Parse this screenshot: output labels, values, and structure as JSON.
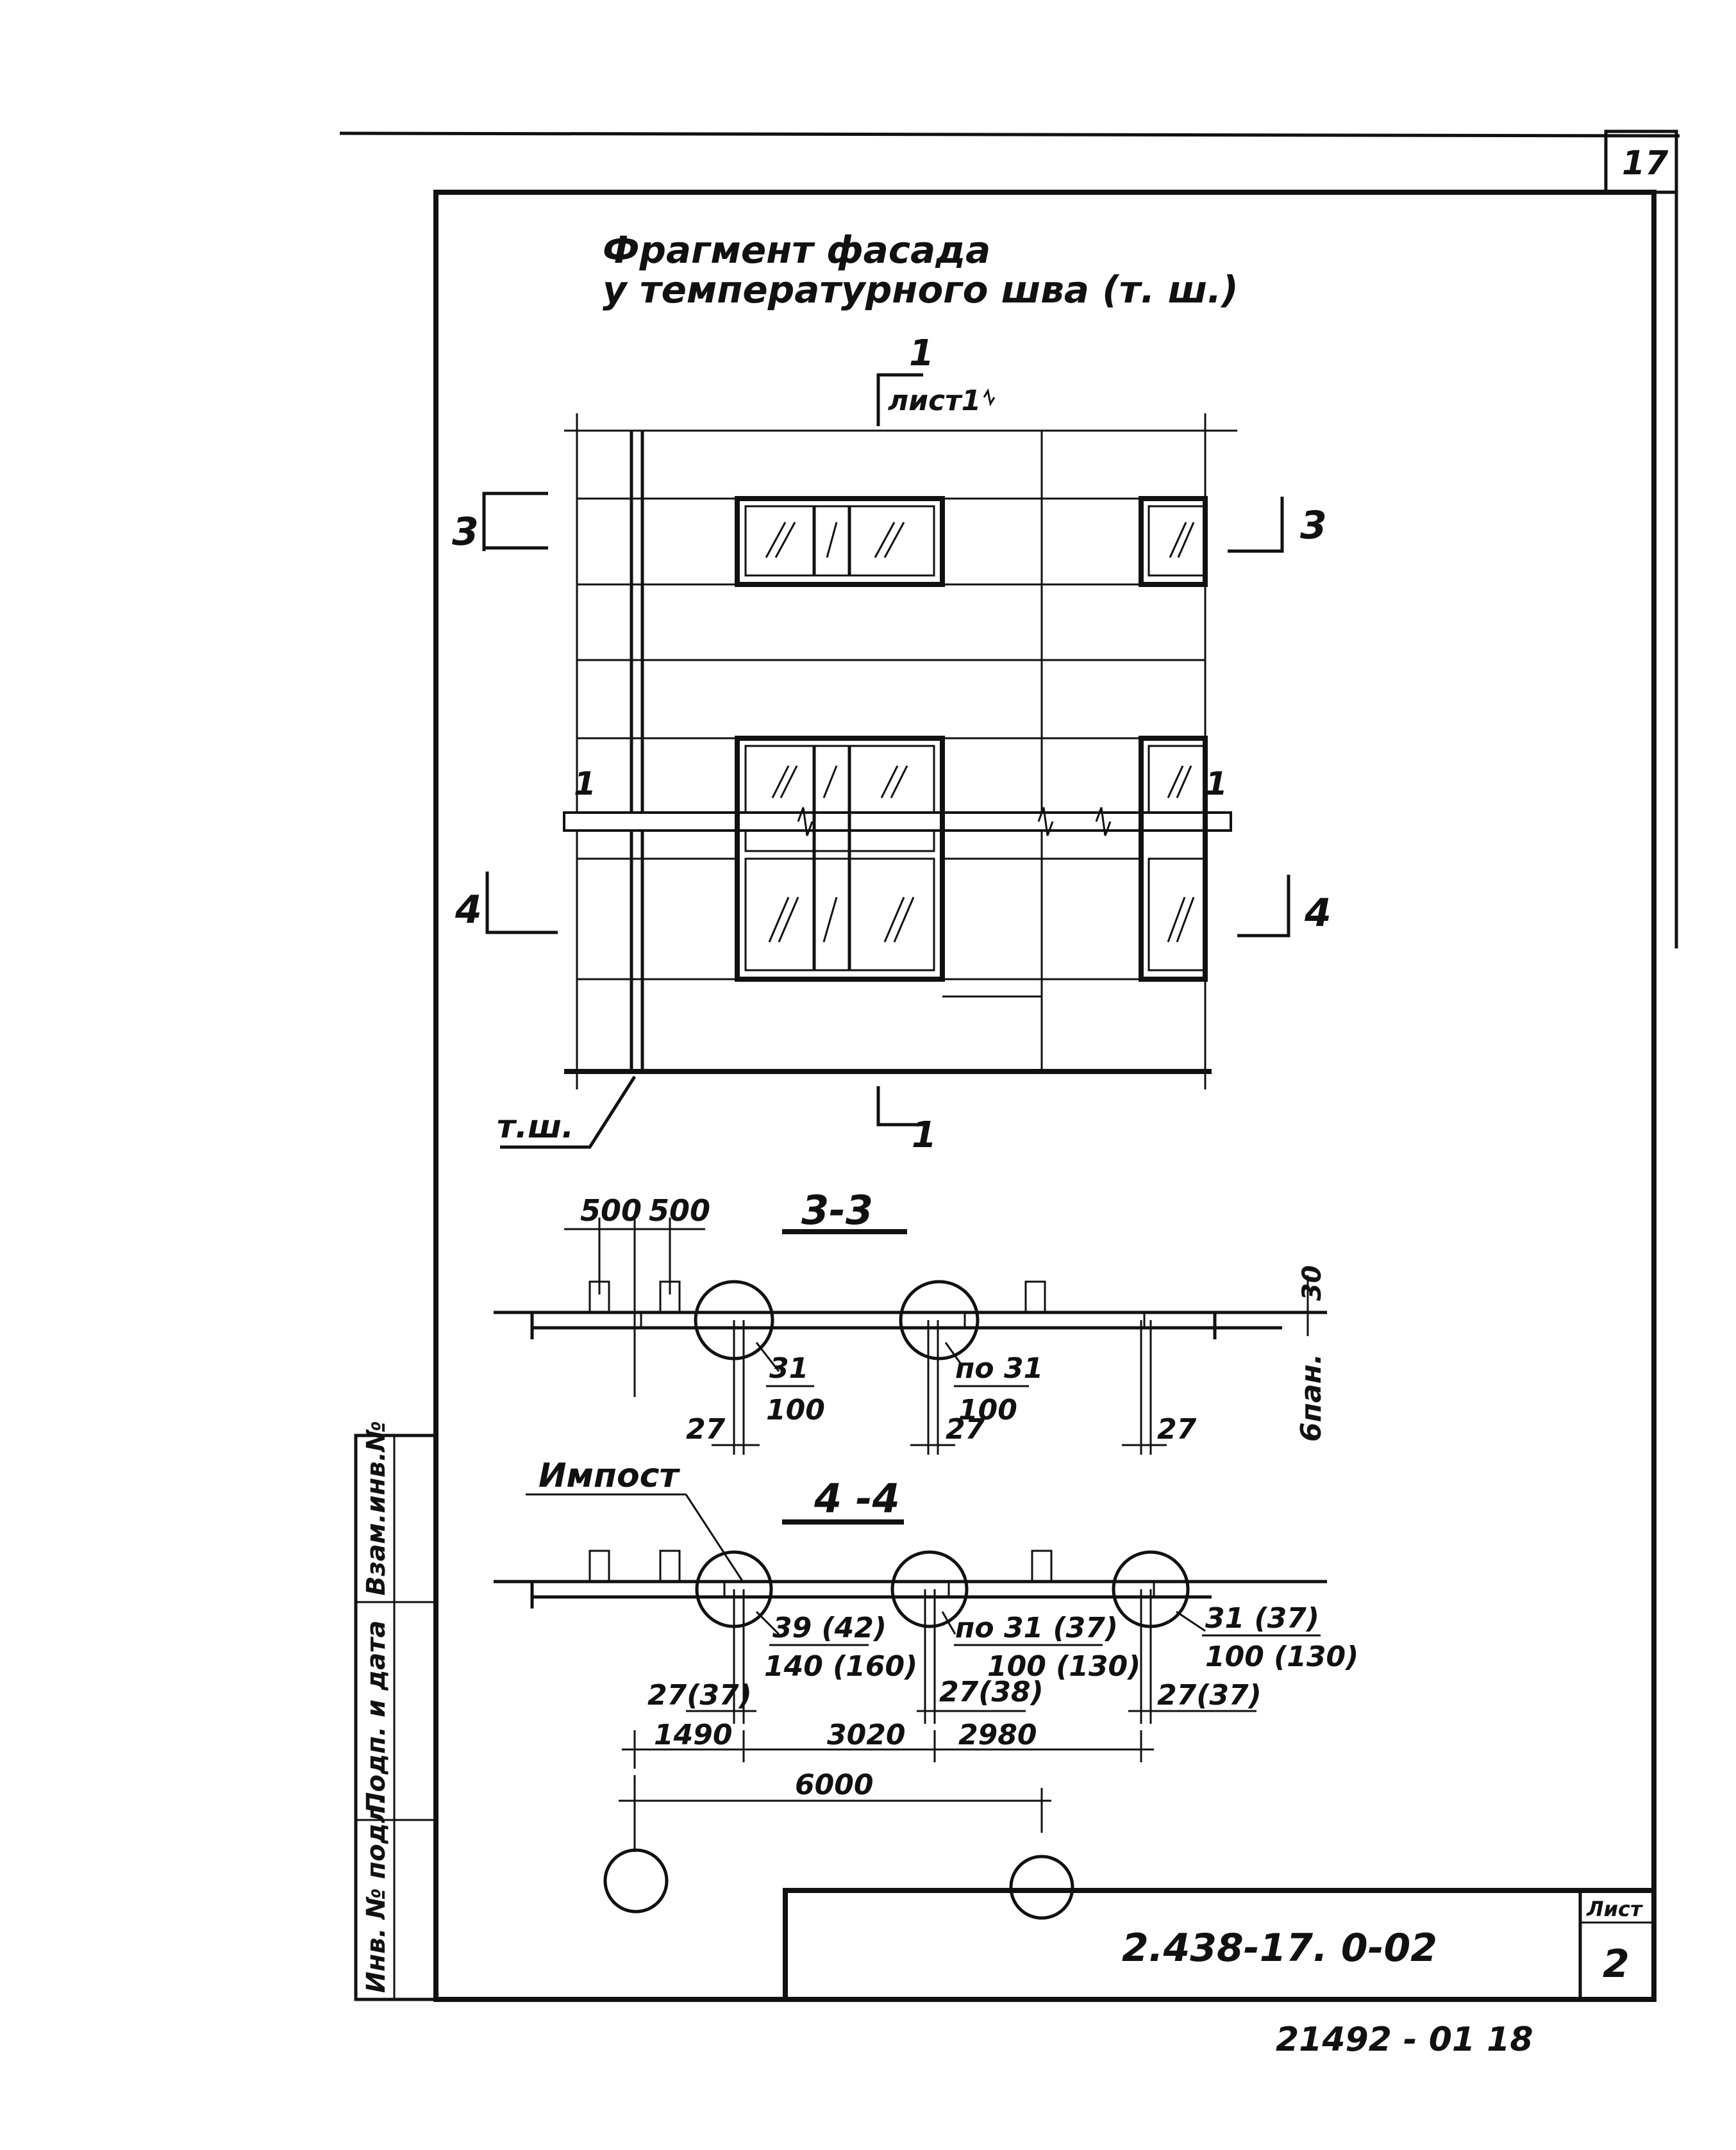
{
  "sheet": {
    "corner_number": "17",
    "title_line1": "Фрагмент фасада",
    "title_line2": "у температурного шва (т. ш.)",
    "section_mark_top": "1",
    "section_ref_top": "лист1",
    "section_mark_bottom": "1",
    "cut_3_left": "3",
    "cut_3_right": "3",
    "cut_4_left": "4",
    "cut_4_right": "4",
    "joint_label": "т.ш.",
    "break_mark_left": "1",
    "break_mark_right": "1"
  },
  "section_3_3": {
    "title": "3-3",
    "dim_left_1": "500",
    "dim_left_2": "500",
    "dim_right_vertical_top": "30",
    "dim_right_vertical_label": "6пан.",
    "callout_a_top": "31",
    "callout_a_bottom": "100",
    "callout_b_top": "по 31",
    "callout_b_bottom": "100",
    "dim_27_a": "27",
    "dim_27_b": "27",
    "dim_27_c": "27"
  },
  "section_4_4": {
    "title": "4 -4",
    "impost_label": "Импост",
    "callout_a_top": "39 (42)",
    "callout_a_bottom": "140 (160)",
    "callout_b_top": "по 31 (37)",
    "callout_b_bottom": "100 (130)",
    "callout_c_top": "31 (37)",
    "callout_c_bottom": "100 (130)",
    "dim_a": "27(37)",
    "dim_b": "27(38)",
    "dim_c": "27(37)",
    "span_1": "1490",
    "span_2": "3020",
    "span_3": "2980",
    "span_total": "6000"
  },
  "side_stamp": {
    "field_1": "Инв. № подл.",
    "field_2": "Подп. и дата",
    "field_3": "Взам.инв.№"
  },
  "title_block": {
    "document_code": "2.438-17. 0-02",
    "sheet_label": "Лист",
    "sheet_number": "2"
  },
  "footer_number": "21492 - 01   18"
}
